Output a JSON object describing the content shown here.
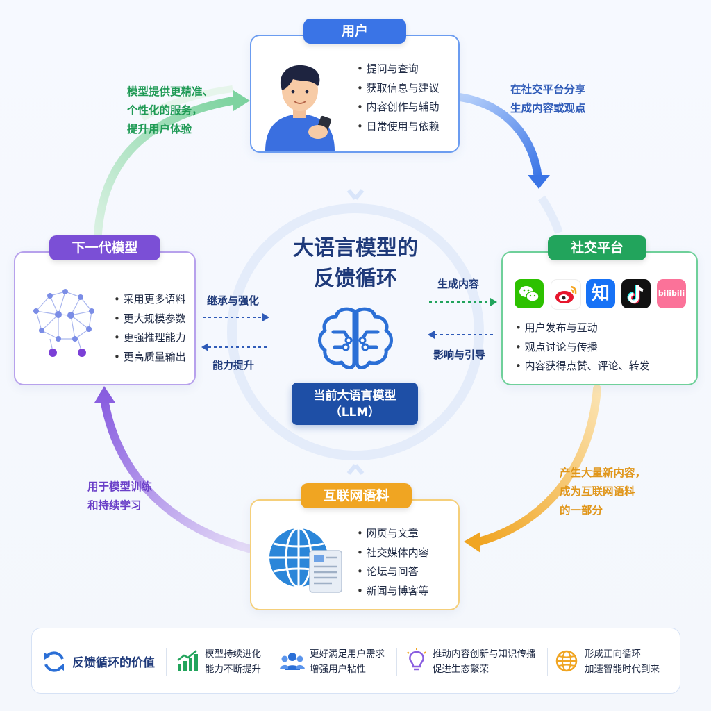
{
  "title": {
    "line1": "大语言模型的",
    "line2": "反馈循环"
  },
  "llm": {
    "line1": "当前大语言模型",
    "line2": "（LLM）"
  },
  "user_box": {
    "title": "用户",
    "items": [
      "提问与查询",
      "获取信息与建议",
      "内容创作与辅助",
      "日常使用与依赖"
    ]
  },
  "social_box": {
    "title": "社交平台",
    "items": [
      "用户发布与互动",
      "观点讨论与传播",
      "内容获得点赞、评论、转发"
    ],
    "apps": [
      {
        "name": "wechat-icon",
        "color": "#2dc100"
      },
      {
        "name": "weibo-icon",
        "color": "#e6162d"
      },
      {
        "name": "zhihu-icon",
        "label": "知",
        "color": "#1772f6"
      },
      {
        "name": "douyin-icon",
        "color": "#111111"
      },
      {
        "name": "bilibili-icon",
        "label": "bilibili",
        "color": "#fb7299"
      }
    ]
  },
  "corpus_box": {
    "title": "互联网语料",
    "items": [
      "网页与文章",
      "社交媒体内容",
      "论坛与问答",
      "新闻与博客等"
    ]
  },
  "next_box": {
    "title": "下一代模型",
    "items": [
      "采用更多语料",
      "更大规模参数",
      "更强推理能力",
      "更高质量输出"
    ]
  },
  "flows": {
    "user_to_social": [
      "在社交平台分享",
      "生成内容或观点"
    ],
    "social_to_corpus": [
      "产生大量新内容，",
      "成为互联网语料",
      "的一部分"
    ],
    "corpus_to_next": [
      "用于模型训练",
      "和持续学习"
    ],
    "next_to_user": [
      "模型提供更精准、",
      "个性化的服务，",
      "提升用户体验"
    ]
  },
  "side_labels": {
    "inherit": "继承与强化",
    "ability": "能力提升",
    "generate": "生成内容",
    "influence": "影响与引导"
  },
  "footer": {
    "heading": "反馈循环的价值",
    "items": [
      {
        "icon": "growth-chart-icon",
        "line1": "模型持续进化",
        "line2": "能力不断提升"
      },
      {
        "icon": "users-icon",
        "line1": "更好满足用户需求",
        "line2": "增强用户粘性"
      },
      {
        "icon": "lightbulb-icon",
        "line1": "推动内容创新与知识传播",
        "line2": "促进生态繁荣"
      },
      {
        "icon": "globe-icon",
        "line1": "形成正向循环",
        "line2": "加速智能时代到来"
      }
    ]
  },
  "colors": {
    "blue": "#3a74e6",
    "green": "#22a45c",
    "orange": "#f0a522",
    "purple": "#7b4fd6",
    "navy": "#1e4fa6"
  }
}
